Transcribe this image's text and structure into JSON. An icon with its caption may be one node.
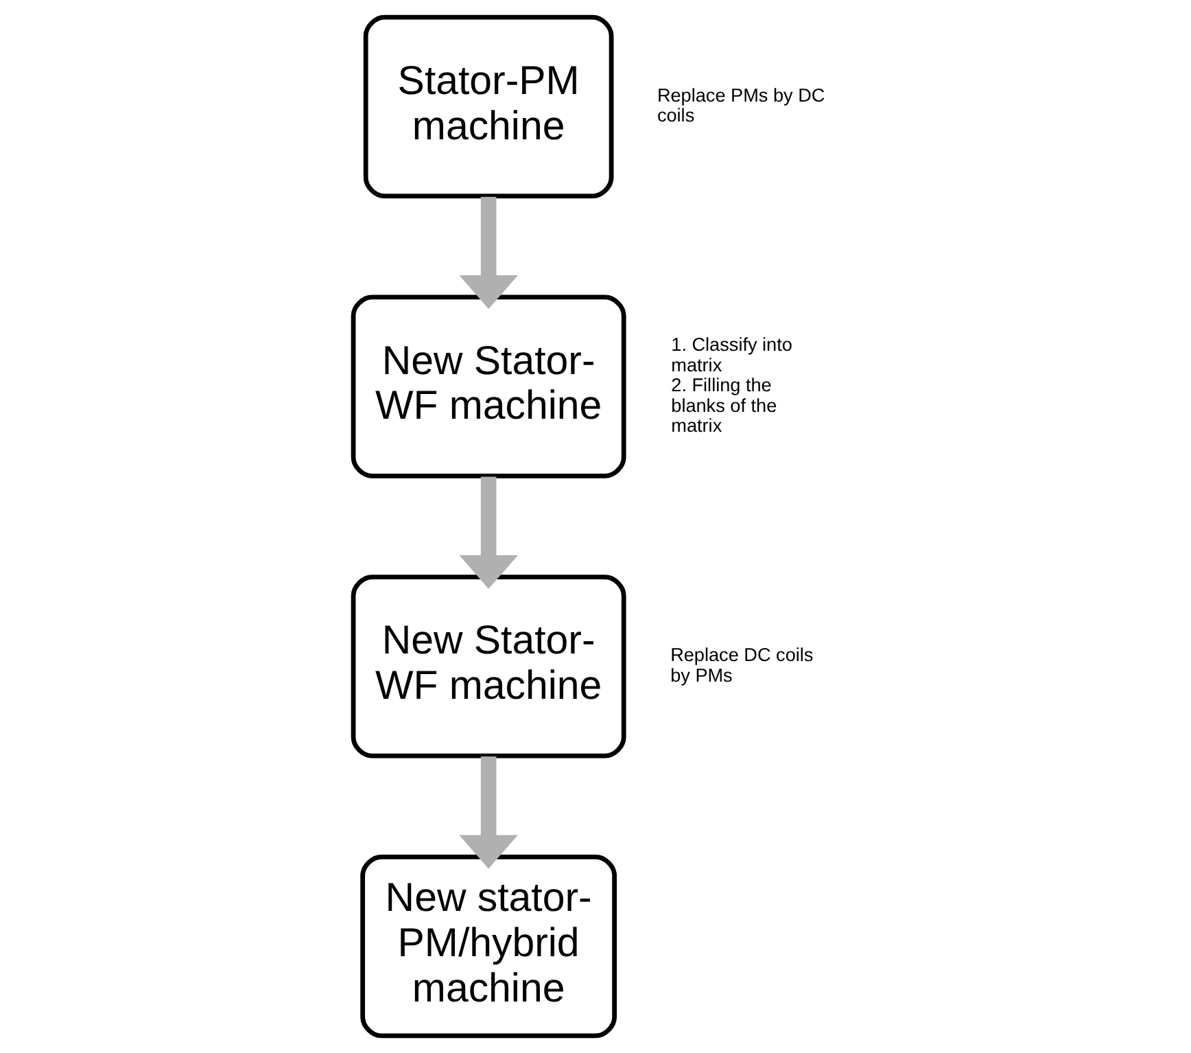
{
  "diagram": {
    "nodes": [
      {
        "text": [
          "Stator-PM machine"
        ],
        "beside": [
          "Replace PMs by DC coils"
        ]
      },
      {
        "text": [
          "New Stator-WF machine"
        ],
        "beside": [
          "1. Classify into matrix",
          "2. Filling the blanks of the matrix"
        ]
      },
      {
        "text": [
          "New Stator-WF machine"
        ],
        "beside": [
          "Replace DC coils by PMs"
        ]
      },
      {
        "text": [
          "New stator-PM/hybrid machine"
        ]
      }
    ],
    "edges": [
      {
        "from": 0,
        "to": 1,
        "arrow": "to"
      },
      {
        "from": 1,
        "to": 2,
        "arrow": "to"
      },
      {
        "from": 2,
        "to": 3,
        "arrow": "to"
      }
    ]
  }
}
